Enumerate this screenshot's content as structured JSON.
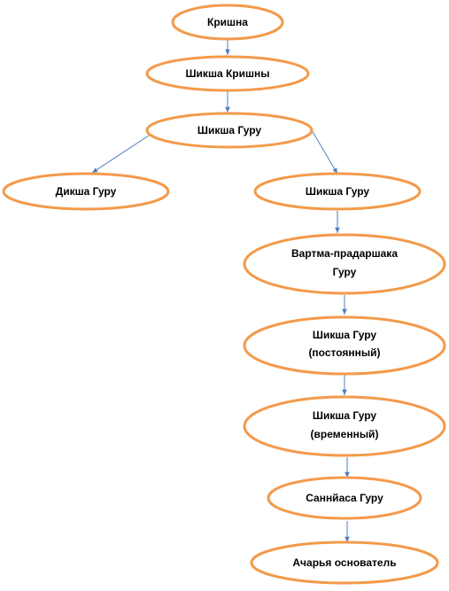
{
  "colors": {
    "node_border": "#f39a4b",
    "edge": "#4f7ebf",
    "text": "#000000",
    "background": "#ffffff"
  },
  "nodes": {
    "krishna": {
      "line1": "Кришна"
    },
    "shiksha_krishny": {
      "line1": "Шикша Кришны"
    },
    "shiksha_guru_top": {
      "line1": "Шикша Гуру"
    },
    "diksha_guru": {
      "line1": "Дикша Гуру"
    },
    "shiksha_guru_right": {
      "line1": "Шикша Гуру"
    },
    "vartma": {
      "line1": "Вартма-прадаршака",
      "line2": "Гуру"
    },
    "shiksha_post": {
      "line1": "Шикша Гуру",
      "line2": "(постоянный)"
    },
    "shiksha_vrem": {
      "line1": "Шикша Гуру",
      "line2": "(временный)"
    },
    "sannyasa": {
      "line1": "Саннйаса Гуру"
    },
    "acharya": {
      "line1": "Ачарья основатель"
    }
  }
}
